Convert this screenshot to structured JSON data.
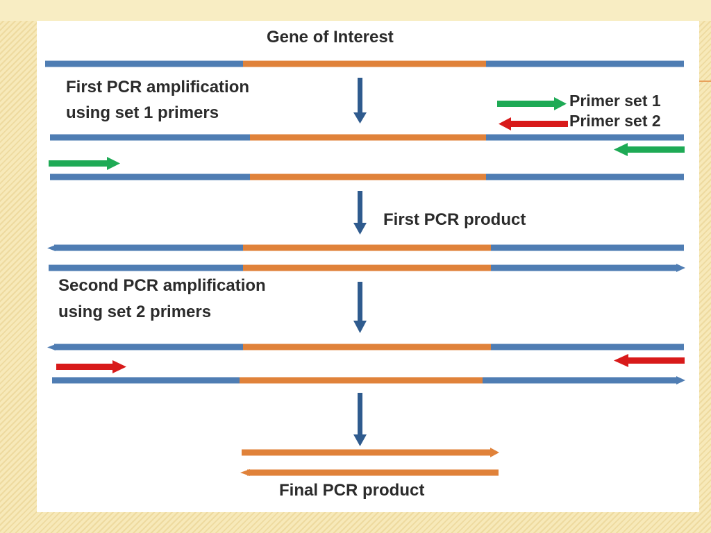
{
  "labels": {
    "gene_of_interest": "Gene of Interest",
    "first_pcr_line1": "First PCR amplification",
    "first_pcr_line2": "using set 1 primers",
    "primer_set_1": "Primer set 1",
    "primer_set_2": "Primer set 2",
    "first_pcr_product": "First PCR product",
    "second_pcr_line1": "Second PCR amplification",
    "second_pcr_line2": "using set 2 primers",
    "final_pcr_product": "Final PCR product"
  },
  "colors": {
    "flank_strand": "#4f7db3",
    "target_region": "#e0823a",
    "primer_set_1": "#1eaa55",
    "primer_set_2": "#d81a1a",
    "flow_arrow": "#2f5b8e"
  }
}
